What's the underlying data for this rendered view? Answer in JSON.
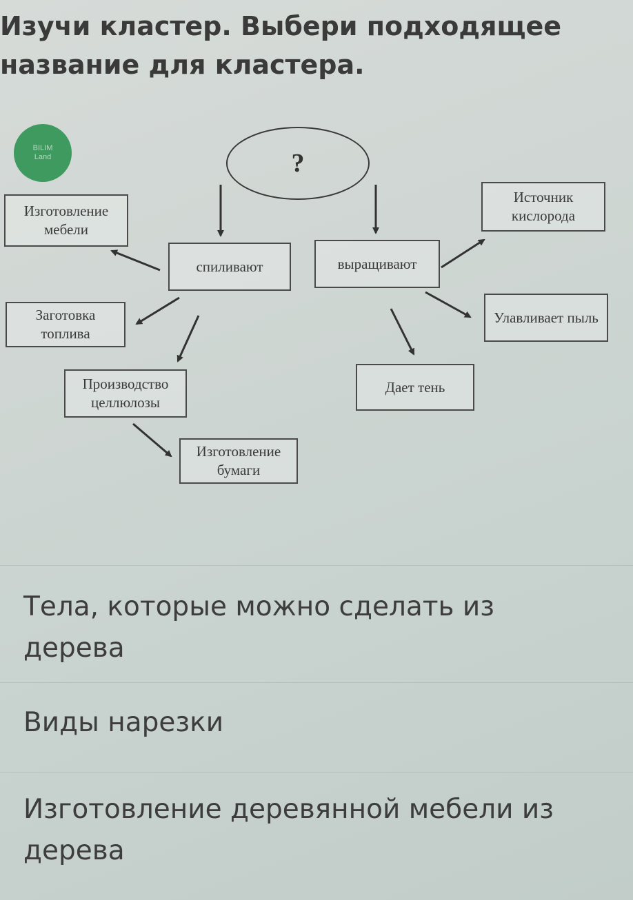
{
  "question": {
    "line1": "Изучи кластер. Выбери подходящее",
    "line2": "название для кластера."
  },
  "logo": {
    "line1": "BILIM",
    "line2": "Land",
    "color": "#3f9a5f"
  },
  "diagram": {
    "center": "?",
    "cut_down": "спиливают",
    "grow": "выращивают",
    "furniture": "Изготовление мебели",
    "fuel": "Заготовка топлива",
    "cellulose": "Производство целлюлозы",
    "paper": "Изготовление бумаги",
    "oxygen": "Источник кислорода",
    "dust": "Улавливает пыль",
    "shade": "Дает тень"
  },
  "answers": [
    {
      "label": "Тела, которые можно сделать из дерева"
    },
    {
      "label": "Виды нарезки"
    },
    {
      "label": "Изготовление деревянной мебели из дерева"
    }
  ]
}
